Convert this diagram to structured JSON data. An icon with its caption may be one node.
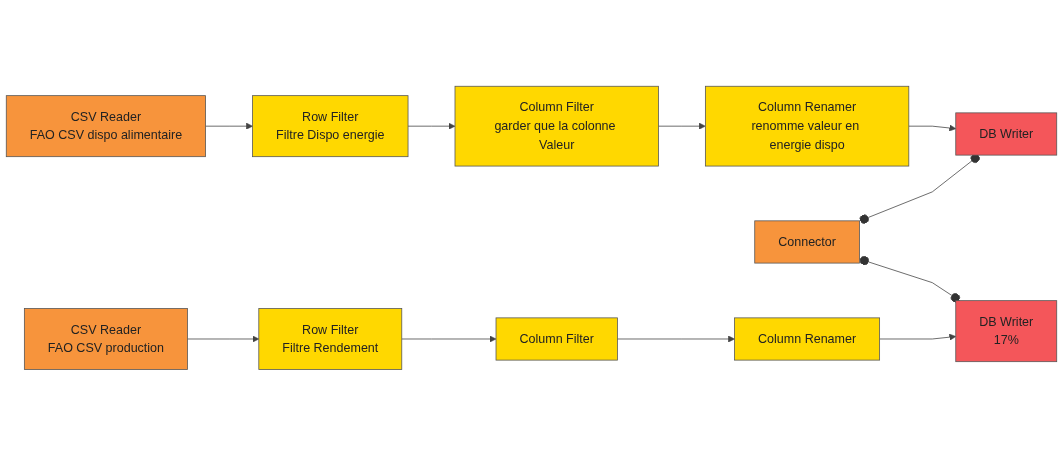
{
  "diagram": {
    "nodes": [
      {
        "text": [
          "CSV Reader",
          "FAO CSV dispo alimentaire"
        ]
      },
      {
        "text": [
          "Row Filter",
          "Filtre Dispo energie"
        ]
      },
      {
        "text": [
          "Column Filter",
          "garder que la colonne Valeur"
        ]
      },
      {
        "text": [
          "Column Renamer",
          "renomme valeur en energie dispo"
        ]
      },
      {
        "text": [
          "DB Writer"
        ]
      },
      {
        "text": [
          "CSV Reader",
          "FAO CSV production"
        ]
      },
      {
        "text": [
          "Row Filter",
          "Filtre Rendement"
        ]
      },
      {
        "text": [
          "Column Filter"
        ]
      },
      {
        "text": [
          "Column Renamer"
        ]
      },
      {
        "text": [
          "DB Writer",
          "17%"
        ]
      },
      {
        "text": [
          "Connector"
        ]
      }
    ],
    "edges": [
      {
        "from": 0,
        "to": 1,
        "arrow": "to"
      },
      {
        "from": 1,
        "to": 2,
        "arrow": "to"
      },
      {
        "from": 2,
        "to": 3,
        "arrow": "to"
      },
      {
        "from": 3,
        "to": 4,
        "arrow": "to"
      },
      {
        "from": 5,
        "to": 6,
        "arrow": "to"
      },
      {
        "from": 6,
        "to": 7,
        "arrow": "to"
      },
      {
        "from": 7,
        "to": 8,
        "arrow": "to"
      },
      {
        "from": 8,
        "to": 9,
        "arrow": "to"
      },
      {
        "from": 10,
        "to": 9,
        "arrow": "other"
      },
      {
        "from": 10,
        "to": 4,
        "arrow": "other"
      }
    ]
  }
}
